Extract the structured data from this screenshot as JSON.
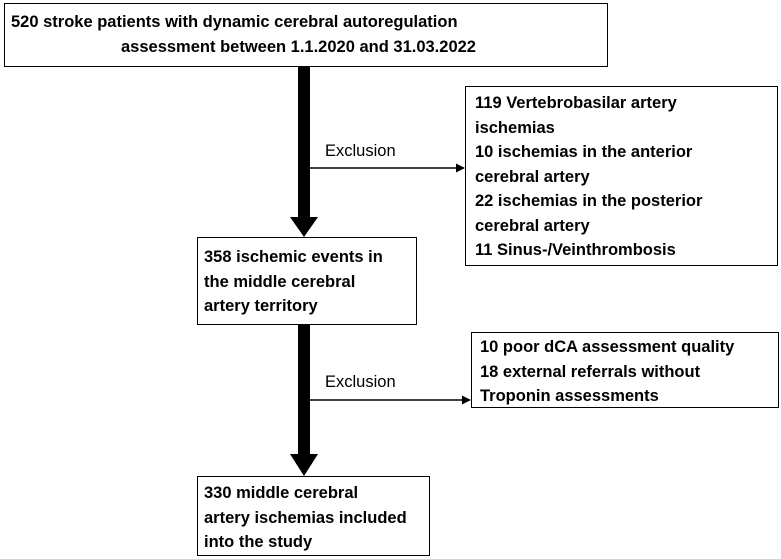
{
  "boxes": {
    "top": [
      "520 stroke patients with dynamic cerebral autoregulation",
      "assessment between 1.1.2020 and 31.03.2022"
    ],
    "exclusion_1": [
      "119 Vertebrobasilar artery",
      "ischemias",
      "10 ischemias in the anterior",
      "cerebral artery",
      "22 ischemias in the posterior",
      "cerebral artery",
      "11 Sinus-/Veinthrombosis"
    ],
    "middle": [
      "358 ischemic events in",
      "the middle cerebral",
      "artery territory"
    ],
    "exclusion_2": [
      "10 poor dCA assessment quality",
      "18 external referrals without",
      "Troponin assessments"
    ],
    "final": [
      "330 middle cerebral",
      "artery ischemias included",
      "into the study"
    ]
  },
  "labels": {
    "exclusion_1": "Exclusion",
    "exclusion_2": "Exclusion"
  }
}
